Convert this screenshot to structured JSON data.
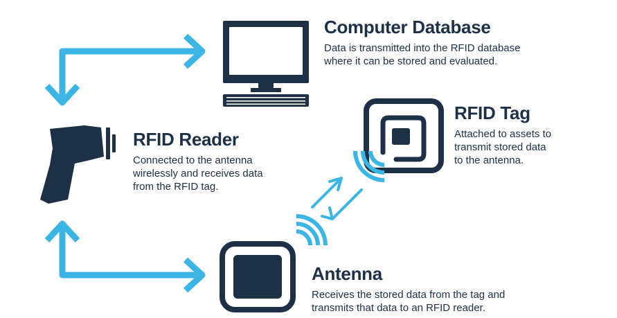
{
  "colors": {
    "navy": "#1d3046",
    "blue": "#3bb4e6",
    "background": "#ffffff"
  },
  "icons": [
    "computer-monitor-icon",
    "keyboard-icon",
    "rfid-reader-icon",
    "rfid-tag-icon",
    "antenna-icon",
    "signal-waves-icon",
    "double-arrow-icon"
  ],
  "computer": {
    "title": "Computer Database",
    "desc_lines": [
      "Data is transmitted into the RFID database",
      "where it can be stored and evaluated."
    ]
  },
  "reader": {
    "title": "RFID Reader",
    "desc_lines": [
      "Connected to the antenna",
      "wirelessly and receives data",
      "from the RFID tag."
    ]
  },
  "tag": {
    "title": "RFID Tag",
    "desc_lines": [
      "Attached to assets to",
      "transmit stored data",
      "to the antenna."
    ]
  },
  "antenna": {
    "title": "Antenna",
    "desc_lines": [
      "Receives the stored data from the tag and",
      "transmits that data to an RFID reader."
    ]
  }
}
